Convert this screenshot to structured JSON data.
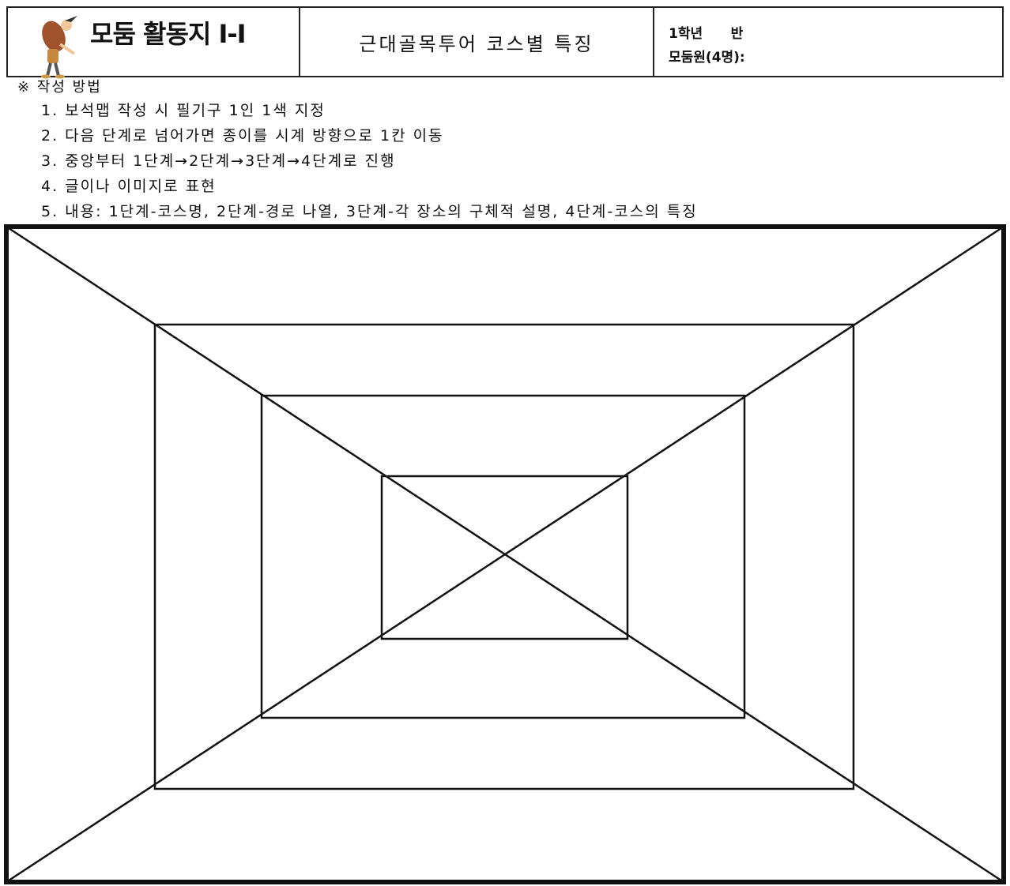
{
  "header": {
    "title": "모둠 활동지 Ⅰ-Ⅰ",
    "topic": "근대골목투어 코스별 특징",
    "grade_line": "1학년      반",
    "members_line": "모둠원(4명):"
  },
  "method": {
    "heading": "※ 작성 방법",
    "items": [
      "1. 보석맵 작성 시 필기구 1인 1색 지정",
      "2. 다음 단계로 넘어가면 종이를 시계 방향으로 1칸 이동",
      "3. 중앙부터 1단계→2단계→3단계→4단계로 진행",
      "4. 글이나 이미지로 표현",
      "5. 내용: 1단계-코스명, 2단계-경로 나열, 3단계-각 장소의 구체적 설명, 4단계-코스의 특징"
    ]
  },
  "colors": {
    "line": "#111111",
    "mascot_body": "#a0522d",
    "mascot_skin": "#f0c79a"
  }
}
